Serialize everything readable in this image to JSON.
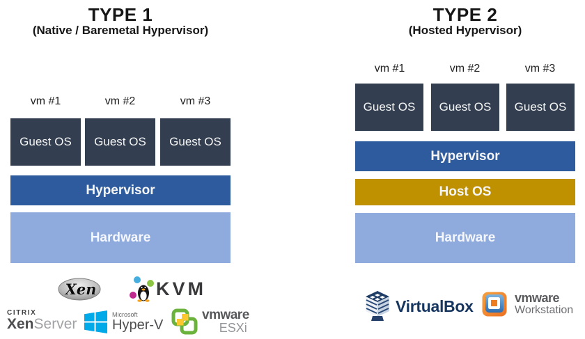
{
  "type1": {
    "title": "TYPE 1",
    "subtitle": "(Native / Baremetal Hypervisor)",
    "vm_labels": [
      "vm #1",
      "vm #2",
      "vm #3"
    ],
    "guest_os": "Guest OS",
    "hypervisor": "Hypervisor",
    "hardware": "Hardware",
    "colors": {
      "guest_os": "#333f50",
      "hypervisor": "#2e5b9e",
      "hardware": "#8faadc"
    },
    "logos": {
      "xen": "Xen",
      "kvm": "KVM",
      "citrix_xenserver": {
        "brand": "CITRIX",
        "name_bold": "Xen",
        "name_light": "Server"
      },
      "hyperv": {
        "brand": "Microsoft",
        "name": "Hyper-V"
      },
      "esxi": {
        "brand": "vmware",
        "name": "ESXi"
      }
    }
  },
  "type2": {
    "title": "TYPE 2",
    "subtitle": "(Hosted Hypervisor)",
    "vm_labels": [
      "vm #1",
      "vm #2",
      "vm #3"
    ],
    "guest_os": "Guest OS",
    "hypervisor": "Hypervisor",
    "host_os": "Host OS",
    "hardware": "Hardware",
    "colors": {
      "guest_os": "#333f50",
      "hypervisor": "#2e5b9e",
      "host_os": "#bf9000",
      "hardware": "#8faadc"
    },
    "logos": {
      "virtualbox": "VirtualBox",
      "vmware_workstation": {
        "brand": "vmware",
        "name": "Workstation"
      }
    }
  }
}
